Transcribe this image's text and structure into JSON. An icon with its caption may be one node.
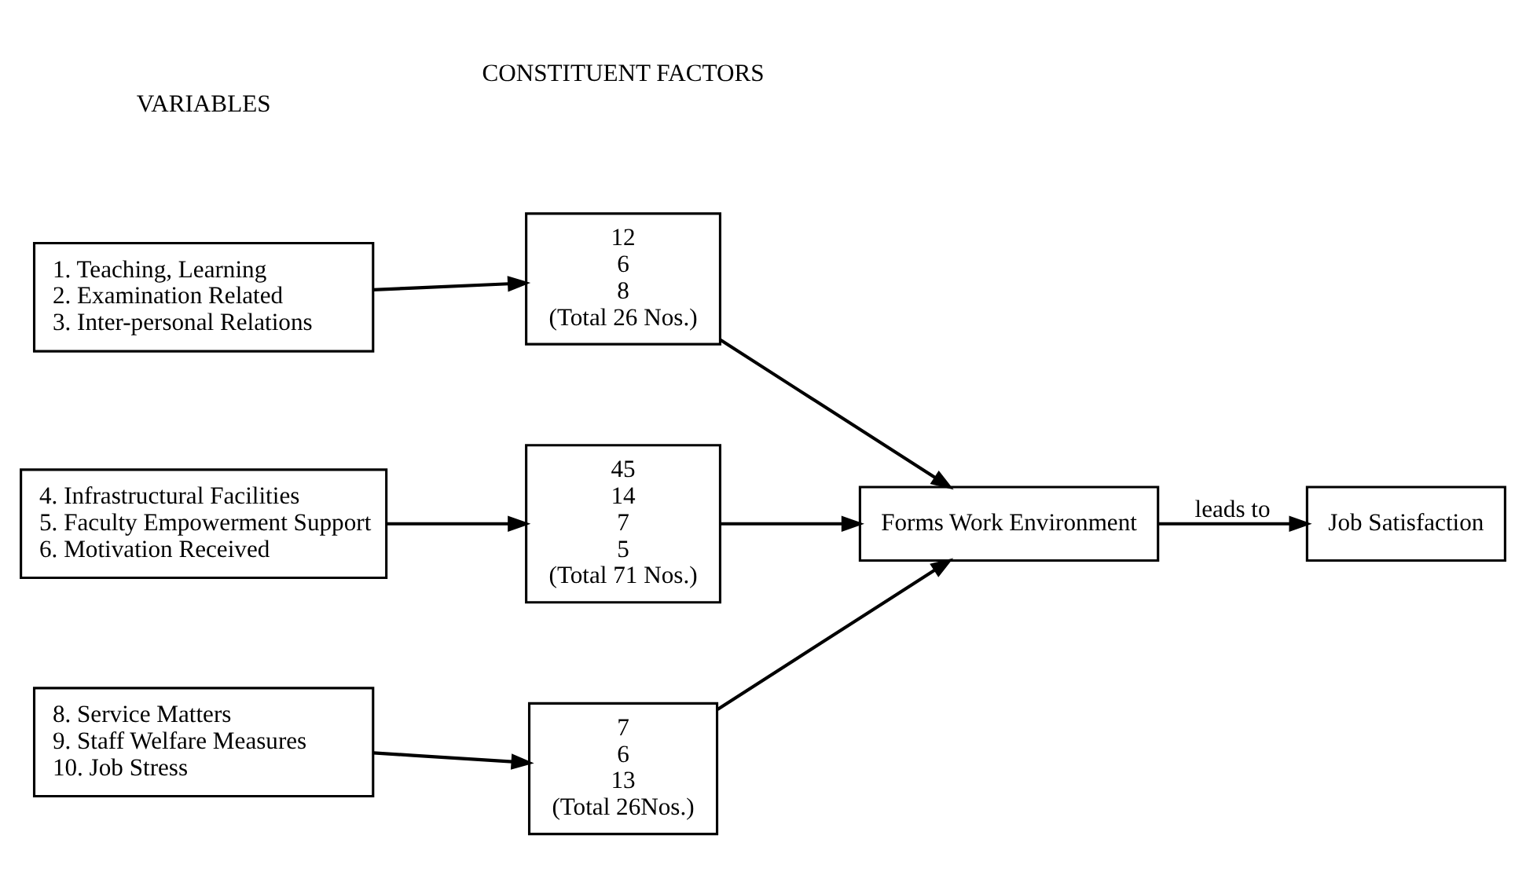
{
  "diagram": {
    "nodes": [
      {
        "text": [
          "1. Teaching, Learning",
          "2. Examination Related",
          "3. Inter-personal Relations"
        ]
      },
      {
        "text": [
          "12",
          "6",
          "8",
          "(Total 26 Nos.)"
        ]
      },
      {
        "text": [
          "4. Infrastructural Facilities",
          "5. Faculty Empowerment Support",
          "6. Motivation Received"
        ]
      },
      {
        "text": [
          "45",
          "14",
          "7",
          "5",
          "(Total 71 Nos.)"
        ]
      },
      {
        "text": [
          "8. Service Matters",
          "9. Staff Welfare Measures",
          "10. Job Stress"
        ]
      },
      {
        "text": [
          "7",
          "6",
          "13",
          "(Total 26Nos.)"
        ]
      },
      {
        "text": [
          "Forms Work Environment"
        ]
      },
      {
        "text": [
          "Job Satisfaction"
        ]
      }
    ],
    "edges": [
      {
        "from": 0,
        "to": 1,
        "arrow": "to"
      },
      {
        "from": 2,
        "to": 3,
        "arrow": "to"
      },
      {
        "from": 4,
        "to": 5,
        "arrow": "to"
      },
      {
        "from": 1,
        "to": 6,
        "arrow": "to"
      },
      {
        "from": 3,
        "to": 6,
        "arrow": "to"
      },
      {
        "from": 5,
        "to": 6,
        "arrow": "to"
      },
      {
        "from": 6,
        "to": 7,
        "arrow": "to",
        "label": "leads to"
      }
    ],
    "labels": [
      "VARIABLES",
      "CONSTITUENT FACTORS"
    ]
  }
}
